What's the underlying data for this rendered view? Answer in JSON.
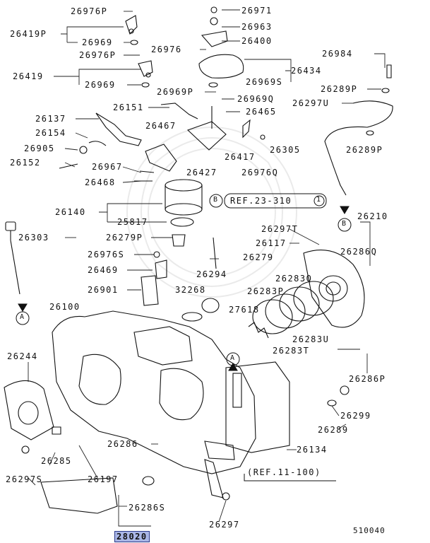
{
  "diagram_code": "510040",
  "highlighted_part": "28020",
  "refs": {
    "ref1": "REF.23-310",
    "ref1_circle": "1",
    "ref2": "(REF.11-100)"
  },
  "markers": {
    "a": "A",
    "b": "B"
  },
  "labels": {
    "p26976P_a": "26976P",
    "p26419P": "26419P",
    "p26969_a": "26969",
    "p26976P_b": "26976P",
    "p26419": "26419",
    "p26969_b": "26969",
    "p26971": "26971",
    "p26963": "26963",
    "p26976": "26976",
    "p26400": "26400",
    "p26434": "26434",
    "p26969S": "26969S",
    "p26969P": "26969P",
    "p26969Q": "26969Q",
    "p26984": "26984",
    "p26289P_a": "26289P",
    "p26297U": "26297U",
    "p26137": "26137",
    "p26151": "26151",
    "p26465": "26465",
    "p26154": "26154",
    "p26467": "26467",
    "p26905": "26905",
    "p26417": "26417",
    "p26305": "26305",
    "p26289P_b": "26289P",
    "p26152": "26152",
    "p26967": "26967",
    "p26427": "26427",
    "p26976Q": "26976Q",
    "p26468": "26468",
    "p26140": "26140",
    "p25817": "25817",
    "p26210": "26210",
    "p26303": "26303",
    "p26279P": "26279P",
    "p26297T": "26297T",
    "p26117": "26117",
    "p26286Q": "26286Q",
    "p26976S": "26976S",
    "p26279": "26279",
    "p26469": "26469",
    "p26294": "26294",
    "p26283Q": "26283Q",
    "p26901": "26901",
    "p32268": "32268",
    "p26283P": "26283P",
    "p26100": "26100",
    "p27618": "27618",
    "p26283U": "26283U",
    "p26283T": "26283T",
    "p26244": "26244",
    "p26286P": "26286P",
    "p26299": "26299",
    "p26289": "26289",
    "p26286": "26286",
    "p26134": "26134",
    "p26285": "26285",
    "p26297S": "26297S",
    "p26197": "26197",
    "p26286S": "26286S",
    "p26297": "26297"
  }
}
